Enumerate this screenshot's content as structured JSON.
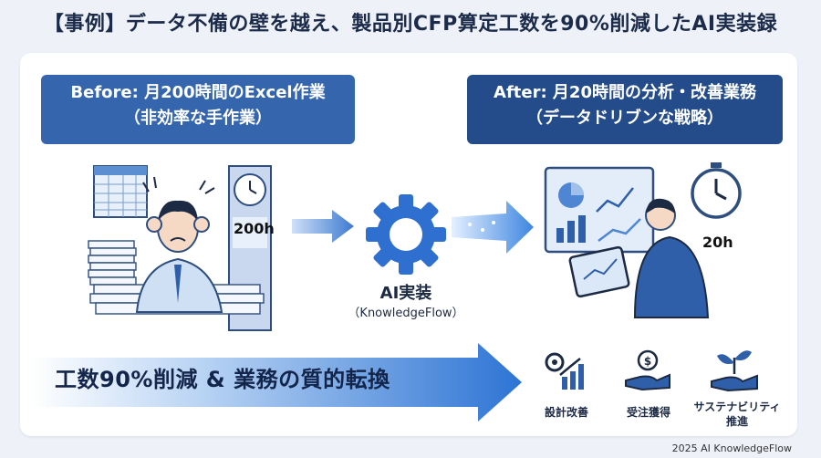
{
  "title": "【事例】データ不備の壁を越え、製品別CFP算定工数を90%削減したAI実装録",
  "before": {
    "line1": "Before: 月200時間のExcel作業",
    "line2": "（非効率な手作業）",
    "hours": "200h"
  },
  "after": {
    "line1": "After: 月20時間の分析・改善業務",
    "line2": "（データドリブンな戦略）",
    "hours": "20h"
  },
  "ai": {
    "label": "AI実装",
    "sub": "（KnowledgeFlow）"
  },
  "result": "工数90%削減 & 業務の質的転換",
  "benefits": [
    {
      "label": "設計改善",
      "icon": "gear-chart-icon"
    },
    {
      "label": "受注獲得",
      "icon": "hand-coin-icon"
    },
    {
      "label": "サステナビリティ推進",
      "label_line1": "サステナビリティ",
      "label_line2": "推進",
      "icon": "hand-plant-icon"
    }
  ],
  "footer": "2025 AI KnowledgeFlow",
  "colors": {
    "primary": "#2f5fa8",
    "dark": "#244c8a",
    "accent": "#4f8fe0"
  }
}
